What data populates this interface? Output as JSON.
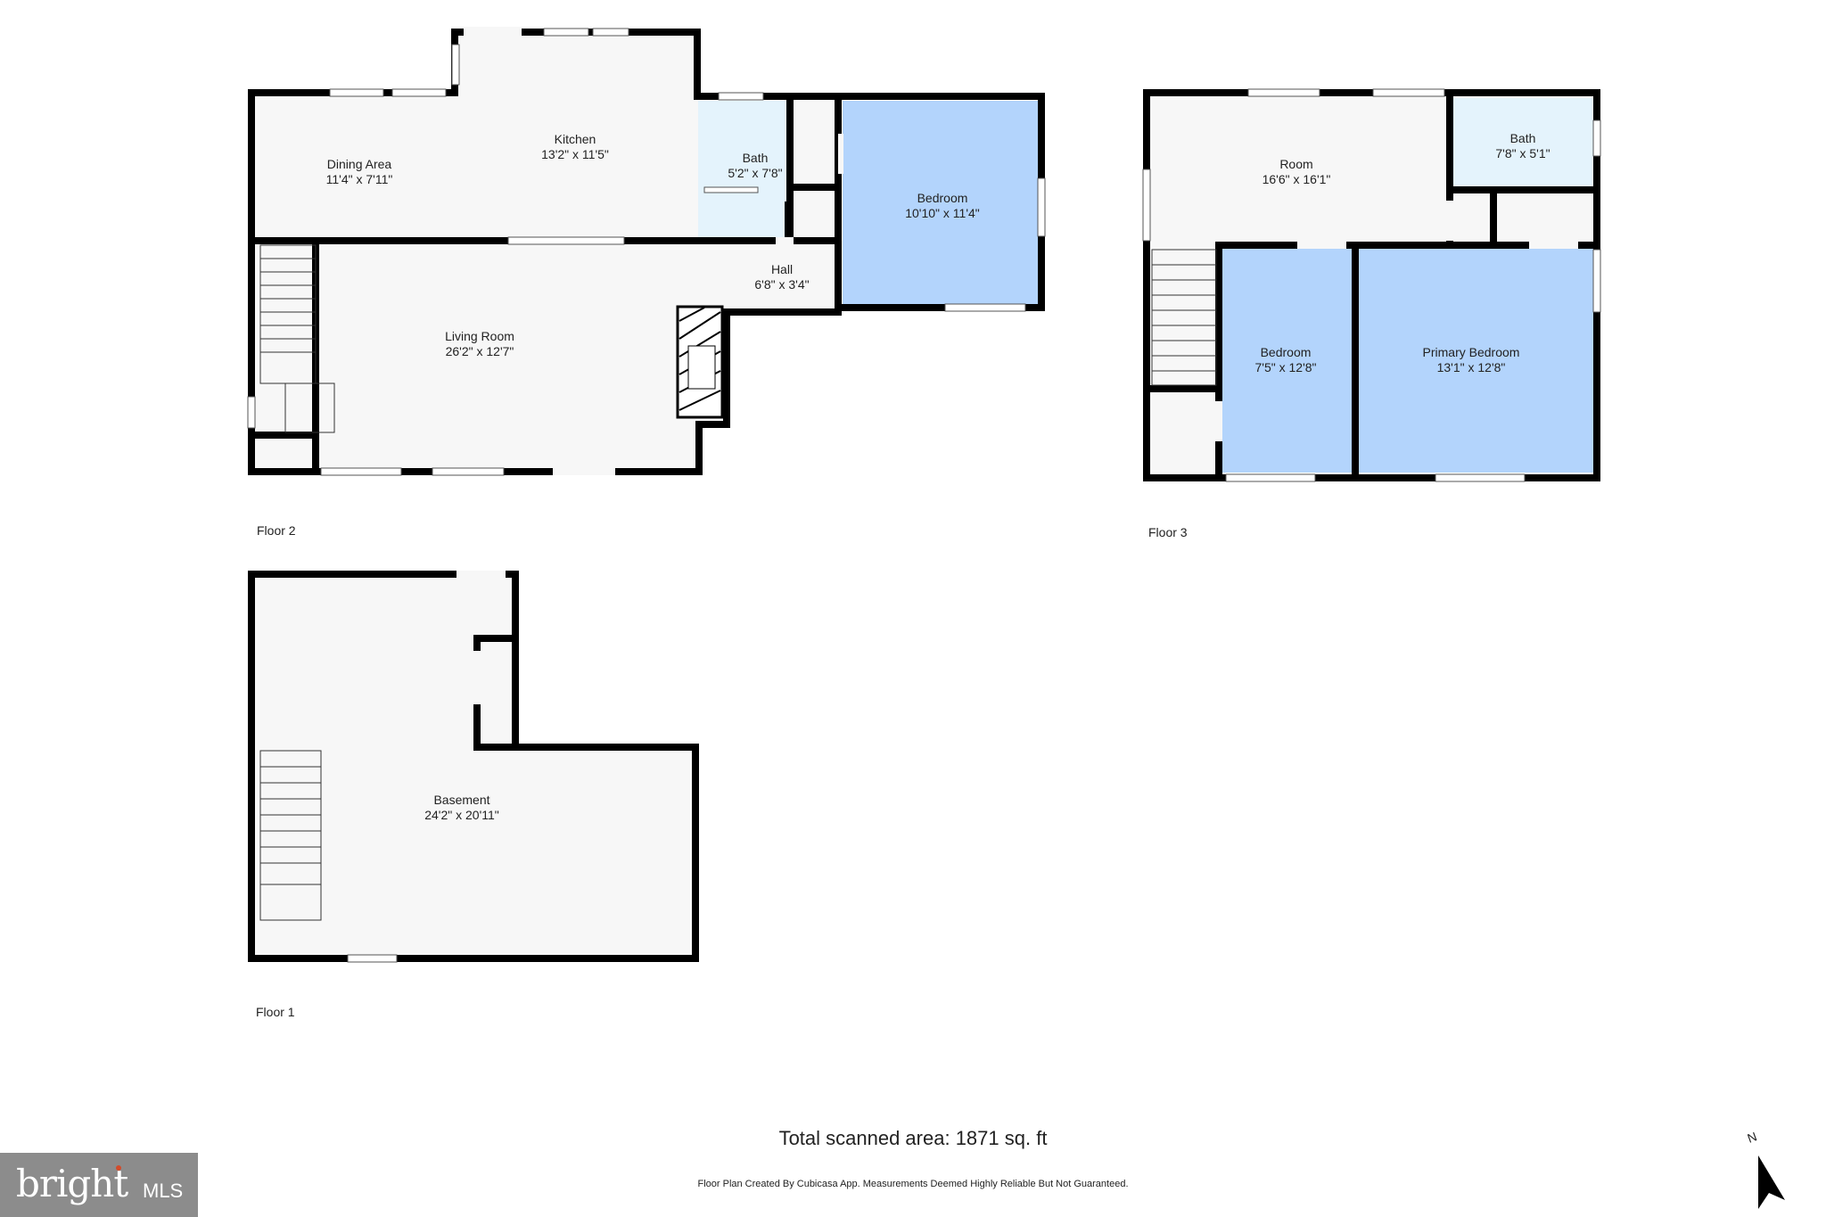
{
  "colors": {
    "wall": "#000000",
    "floor": "#f7f7f7",
    "bedroom": "#b3d4fc",
    "bath": "#e4f3fc",
    "window": "#ffffff"
  },
  "floors": [
    {
      "label": "Floor 2"
    },
    {
      "label": "Floor 3"
    },
    {
      "label": "Floor 1"
    }
  ],
  "rooms": [
    {
      "name": "Kitchen",
      "dim": "13'2\" x 11'5\""
    },
    {
      "name": "Dining Area",
      "dim": "11'4\" x 7'11\""
    },
    {
      "name": "Bath",
      "dim": "5'2\" x 7'8\""
    },
    {
      "name": "Bedroom",
      "dim": "10'10\" x 11'4\""
    },
    {
      "name": "Hall",
      "dim": "6'8\" x 3'4\""
    },
    {
      "name": "Living Room",
      "dim": "26'2\" x 12'7\""
    },
    {
      "name": "Room",
      "dim": "16'6\" x 16'1\""
    },
    {
      "name": "Bath",
      "dim": "7'8\" x 5'1\""
    },
    {
      "name": "Bedroom",
      "dim": "7'5\" x 12'8\""
    },
    {
      "name": "Primary Bedroom",
      "dim": "13'1\" x 12'8\""
    },
    {
      "name": "Basement",
      "dim": "24'2\" x 20'11\""
    }
  ],
  "total_area": "Total scanned area: 1871 sq. ft",
  "disclaimer": "Floor Plan Created By Cubicasa App. Measurements Deemed Highly Reliable But Not Guaranteed.",
  "logo": {
    "brand": "bright",
    "suffix": "MLS"
  },
  "compass": {
    "icon": "north-arrow-icon",
    "label": "N"
  }
}
